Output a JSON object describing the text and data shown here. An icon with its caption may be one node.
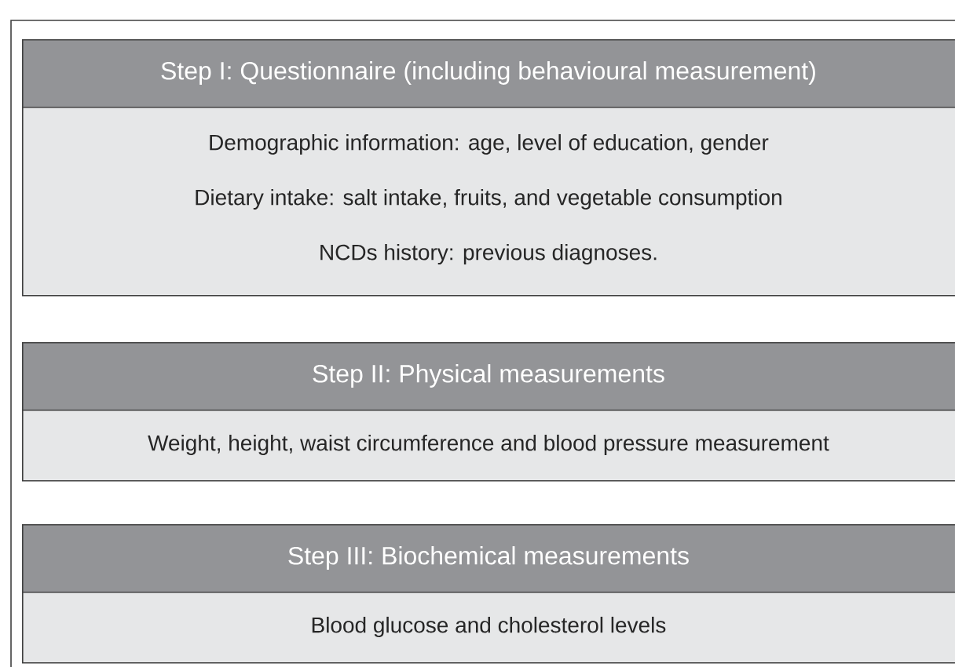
{
  "diagram": {
    "nodes": [
      {
        "text": [
          "Step I: Questionnaire (including behavioural measurement)"
        ]
      },
      {
        "text": [
          "Demographic information: age, level of education, gender",
          "Dietary intake: salt intake, fruits, and vegetable consumption",
          "NCDs history: previous diagnoses."
        ]
      },
      {
        "text": [
          "Step II: Physical measurements"
        ]
      },
      {
        "text": [
          "Weight, height, waist circumference and blood pressure measurement"
        ]
      },
      {
        "text": [
          "Step III: Biochemical measurements"
        ]
      },
      {
        "text": [
          "Blood glucose and cholesterol levels"
        ]
      }
    ]
  }
}
